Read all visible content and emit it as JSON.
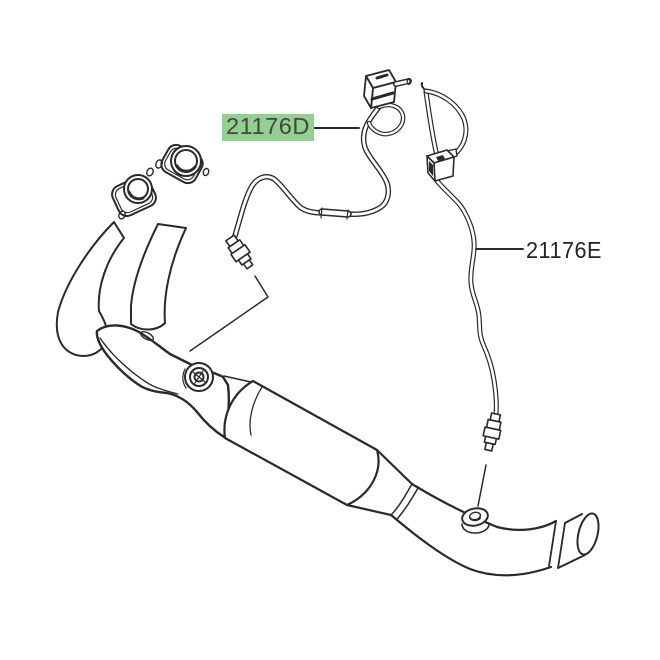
{
  "diagram": {
    "type": "exploded-parts-line-drawing",
    "parts": [
      {
        "ref": "part-d",
        "label": "21176D",
        "highlighted": true
      },
      {
        "ref": "part-e",
        "label": "21176E",
        "highlighted": false
      }
    ]
  },
  "colors": {
    "background": "#ffffff",
    "line": "#2a2a2a",
    "highlight_fill": "#93cf8e",
    "highlight_text": "#454545",
    "label_text": "#242424"
  }
}
